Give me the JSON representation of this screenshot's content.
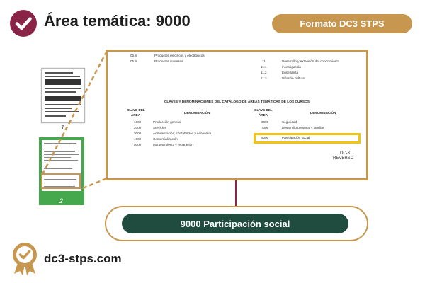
{
  "header": {
    "title": "Área temática: 9000",
    "format_button": "Formato DC3 STPS",
    "check_icon": "check-circle-icon",
    "check_color": "#8a2446"
  },
  "thumbnails": {
    "page1_number": "1",
    "page2_number": "2",
    "page2_color": "#46a84c"
  },
  "document": {
    "top_left_rows": [
      {
        "code": "05.8",
        "name": "Productos eléctricos y electrónicos"
      },
      {
        "code": "05.9",
        "name": "Productos impresos"
      }
    ],
    "top_right_rows": [
      {
        "code": "11",
        "name": "Desarrollo y extensión del conocimiento"
      },
      {
        "code": "11.1",
        "name": "Investigación"
      },
      {
        "code": "11.2",
        "name": "Enseñanza"
      },
      {
        "code": "11.3",
        "name": "Difusión cultural"
      }
    ],
    "catalog_title": "CLAVES Y DENOMINACIONES DEL CATÁLOGO DE ÁREAS TEMÁTICAS DE LOS CURSOS",
    "col_key_line1": "CLAVE DEL",
    "col_key_line2": "ÁREA",
    "col_name": "DENOMINACIÓN",
    "left_rows": [
      {
        "code": "1000",
        "name": "Producción general"
      },
      {
        "code": "2000",
        "name": "Servicios"
      },
      {
        "code": "3000",
        "name": "Administración, contabilidad y economía"
      },
      {
        "code": "4000",
        "name": "Comercialización"
      },
      {
        "code": "5000",
        "name": "Mantenimiento y reparación"
      }
    ],
    "right_rows": [
      {
        "code": "6000",
        "name": "Seguridad"
      },
      {
        "code": "7000",
        "name": "Desarrollo personal y familiar"
      },
      {
        "code": "9000",
        "name": "Participación social"
      }
    ],
    "doc_id": "DC-3",
    "doc_side": "REVERSO",
    "highlight_color": "#f1c40f",
    "frame_color": "#c7974f"
  },
  "result": {
    "label": "9000 Participación social",
    "color": "#204c40"
  },
  "brand": {
    "name": "dc3-stps.com",
    "icon": "award-badge-icon",
    "color": "#c7974f"
  }
}
